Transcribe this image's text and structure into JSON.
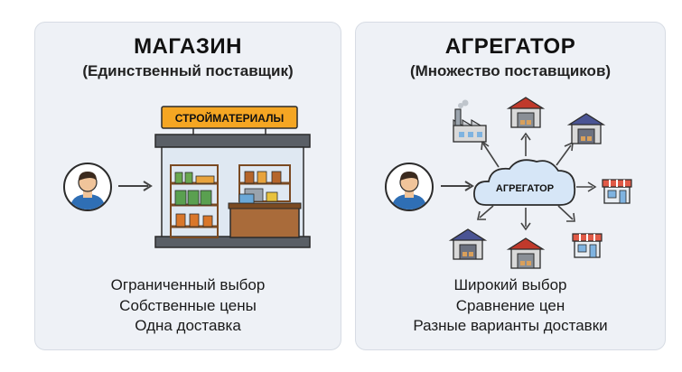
{
  "shop": {
    "title": "МАГАЗИН",
    "subtitle": "(Единственный поставщик)",
    "sign": "СТРОЙМАТЕРИАЛЫ",
    "features": [
      "Ограниченный выбор",
      "Собственные цены",
      "Одна доставка"
    ]
  },
  "aggregator": {
    "title": "АГРЕГАТОР",
    "subtitle": "(Множество поставщиков)",
    "hub_label": "АГРЕГАТОР",
    "features": [
      "Широкий выбор",
      "Сравнение цен",
      "Разные варианты доставки"
    ]
  },
  "colors": {
    "panel": "#eef1f6",
    "sign": "#f5a623",
    "warehouse_roof": "#c0392b",
    "warehouse_roof_dark": "#4a5494",
    "cloud": "#d6e6f7"
  }
}
